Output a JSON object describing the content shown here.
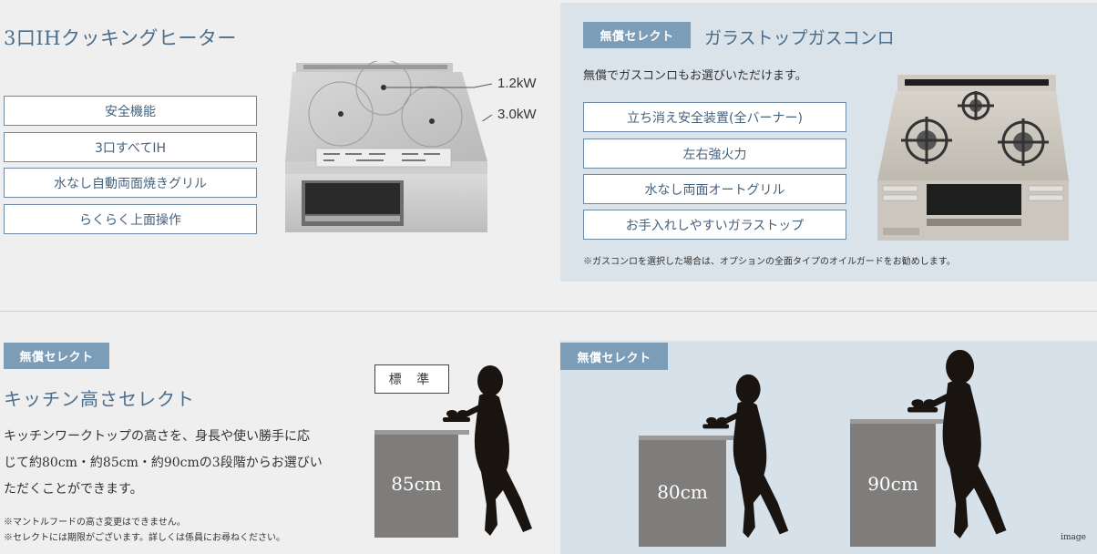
{
  "ih": {
    "title": "3口IHクッキングヒーター",
    "features": [
      "安全機能",
      "3口すべてIH",
      "水なし自動両面焼きグリル",
      "らくらく上面操作"
    ],
    "power_labels": [
      "1.2kW",
      "3.0kW"
    ]
  },
  "gas": {
    "badge": "無償セレクト",
    "title": "ガラストップガスコンロ",
    "subtitle": "無償でガスコンロもお選びいただけます。",
    "features": [
      "立ち消え安全装置(全バーナー)",
      "左右強火力",
      "水なし両面オートグリル",
      "お手入れしやすいガラストップ"
    ],
    "note": "※ガスコンロを選択した場合は、オプションの全面タイプのオイルガードをお勧めします。"
  },
  "kitchen_height": {
    "badge": "無償セレクト",
    "title": "キッチン高さセレクト",
    "body": [
      "キッチンワークトップの高さを、身長や使い勝手に応",
      "じて約80cm・約85cm・約90cmの3段階からお選びい",
      "ただくことができます。"
    ],
    "notes": [
      "※マントルフードの高さ変更はできません。",
      "※セレクトには期限がございます。詳しくは係員にお尋ねください。"
    ],
    "standard_label": "標 準",
    "standard_height": "85cm"
  },
  "height_options": {
    "badge": "無償セレクト",
    "heights": [
      "80cm",
      "90cm"
    ],
    "caption": "image"
  },
  "colors": {
    "accent": "#4a6d8c",
    "badge": "#7b9db8",
    "panel": "#dbe3ea",
    "counter": "#7e7d7b"
  }
}
